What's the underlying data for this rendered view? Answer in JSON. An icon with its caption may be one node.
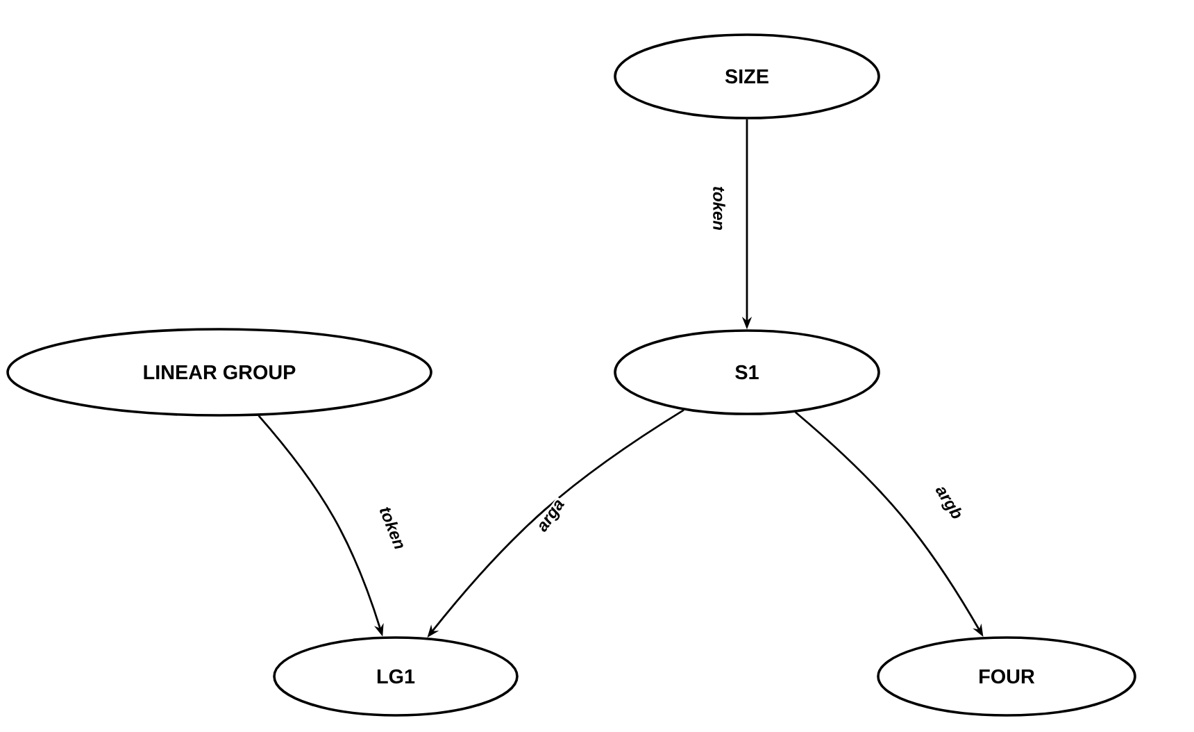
{
  "diagram": {
    "nodes": [
      {
        "text": [
          "SIZE"
        ]
      },
      {
        "text": [
          "LINEAR GROUP"
        ]
      },
      {
        "text": [
          "S1"
        ]
      },
      {
        "text": [
          "LG1"
        ]
      },
      {
        "text": [
          "FOUR"
        ]
      }
    ],
    "edges": [
      {
        "from": 0,
        "to": 2,
        "arrow": "to",
        "label": "token"
      },
      {
        "from": 1,
        "to": 3,
        "arrow": "to",
        "label": "token"
      },
      {
        "from": 2,
        "to": 3,
        "arrow": "to",
        "label": "arga"
      },
      {
        "from": 2,
        "to": 4,
        "arrow": "to",
        "label": "argb"
      }
    ]
  }
}
